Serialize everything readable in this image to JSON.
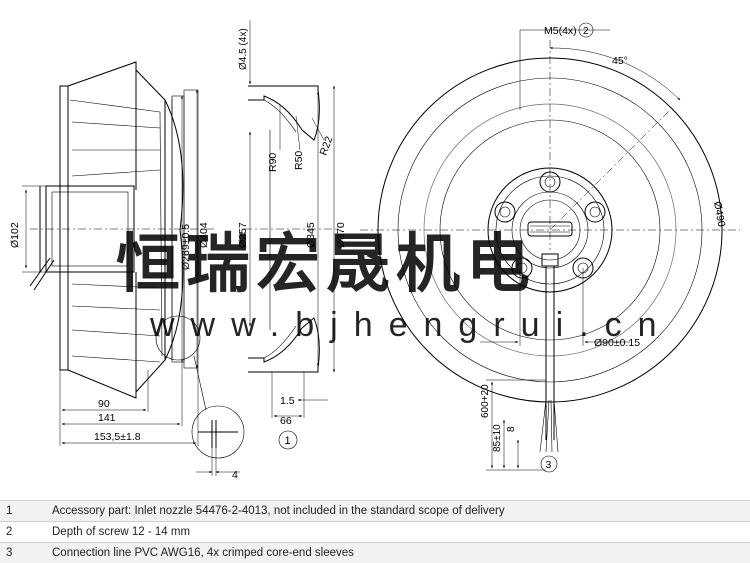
{
  "watermark": {
    "cn": "恒瑞宏晟机电",
    "url": "www.bjhengrui.cn"
  },
  "side_view": {
    "dims": {
      "d102": "Ø102",
      "d269": "Ø269±0.5",
      "d404": "Ø404",
      "len90": "90",
      "len141": "141",
      "len153": "153,5±1.8",
      "len4": "4"
    }
  },
  "nozzle_section": {
    "dims": {
      "d45": "Ø4.5 (4x)",
      "d257": "Ø257",
      "d345": "Ø345",
      "d370": "Ø370",
      "r90": "R90",
      "r50": "R50",
      "r22": "R22",
      "len15": "1.5",
      "len66": "66"
    },
    "callout": "1"
  },
  "front_view": {
    "thread_label": "M5(4x)",
    "thread_callout": "2",
    "angle": "45°",
    "d490": "Ø490",
    "d90": "Ø90±0.15",
    "cable_len": "600+20",
    "len85": "85±10",
    "len8": "8",
    "cable_callout": "3"
  },
  "notes": [
    {
      "num": "1",
      "text": "Accessory part: Inlet nozzle 54476-2-4013, not included in the standard scope of delivery"
    },
    {
      "num": "2",
      "text": "Depth of screw 12 - 14 mm"
    },
    {
      "num": "3",
      "text": "Connection line PVC AWG16, 4x crimped core-end sleeves"
    }
  ]
}
